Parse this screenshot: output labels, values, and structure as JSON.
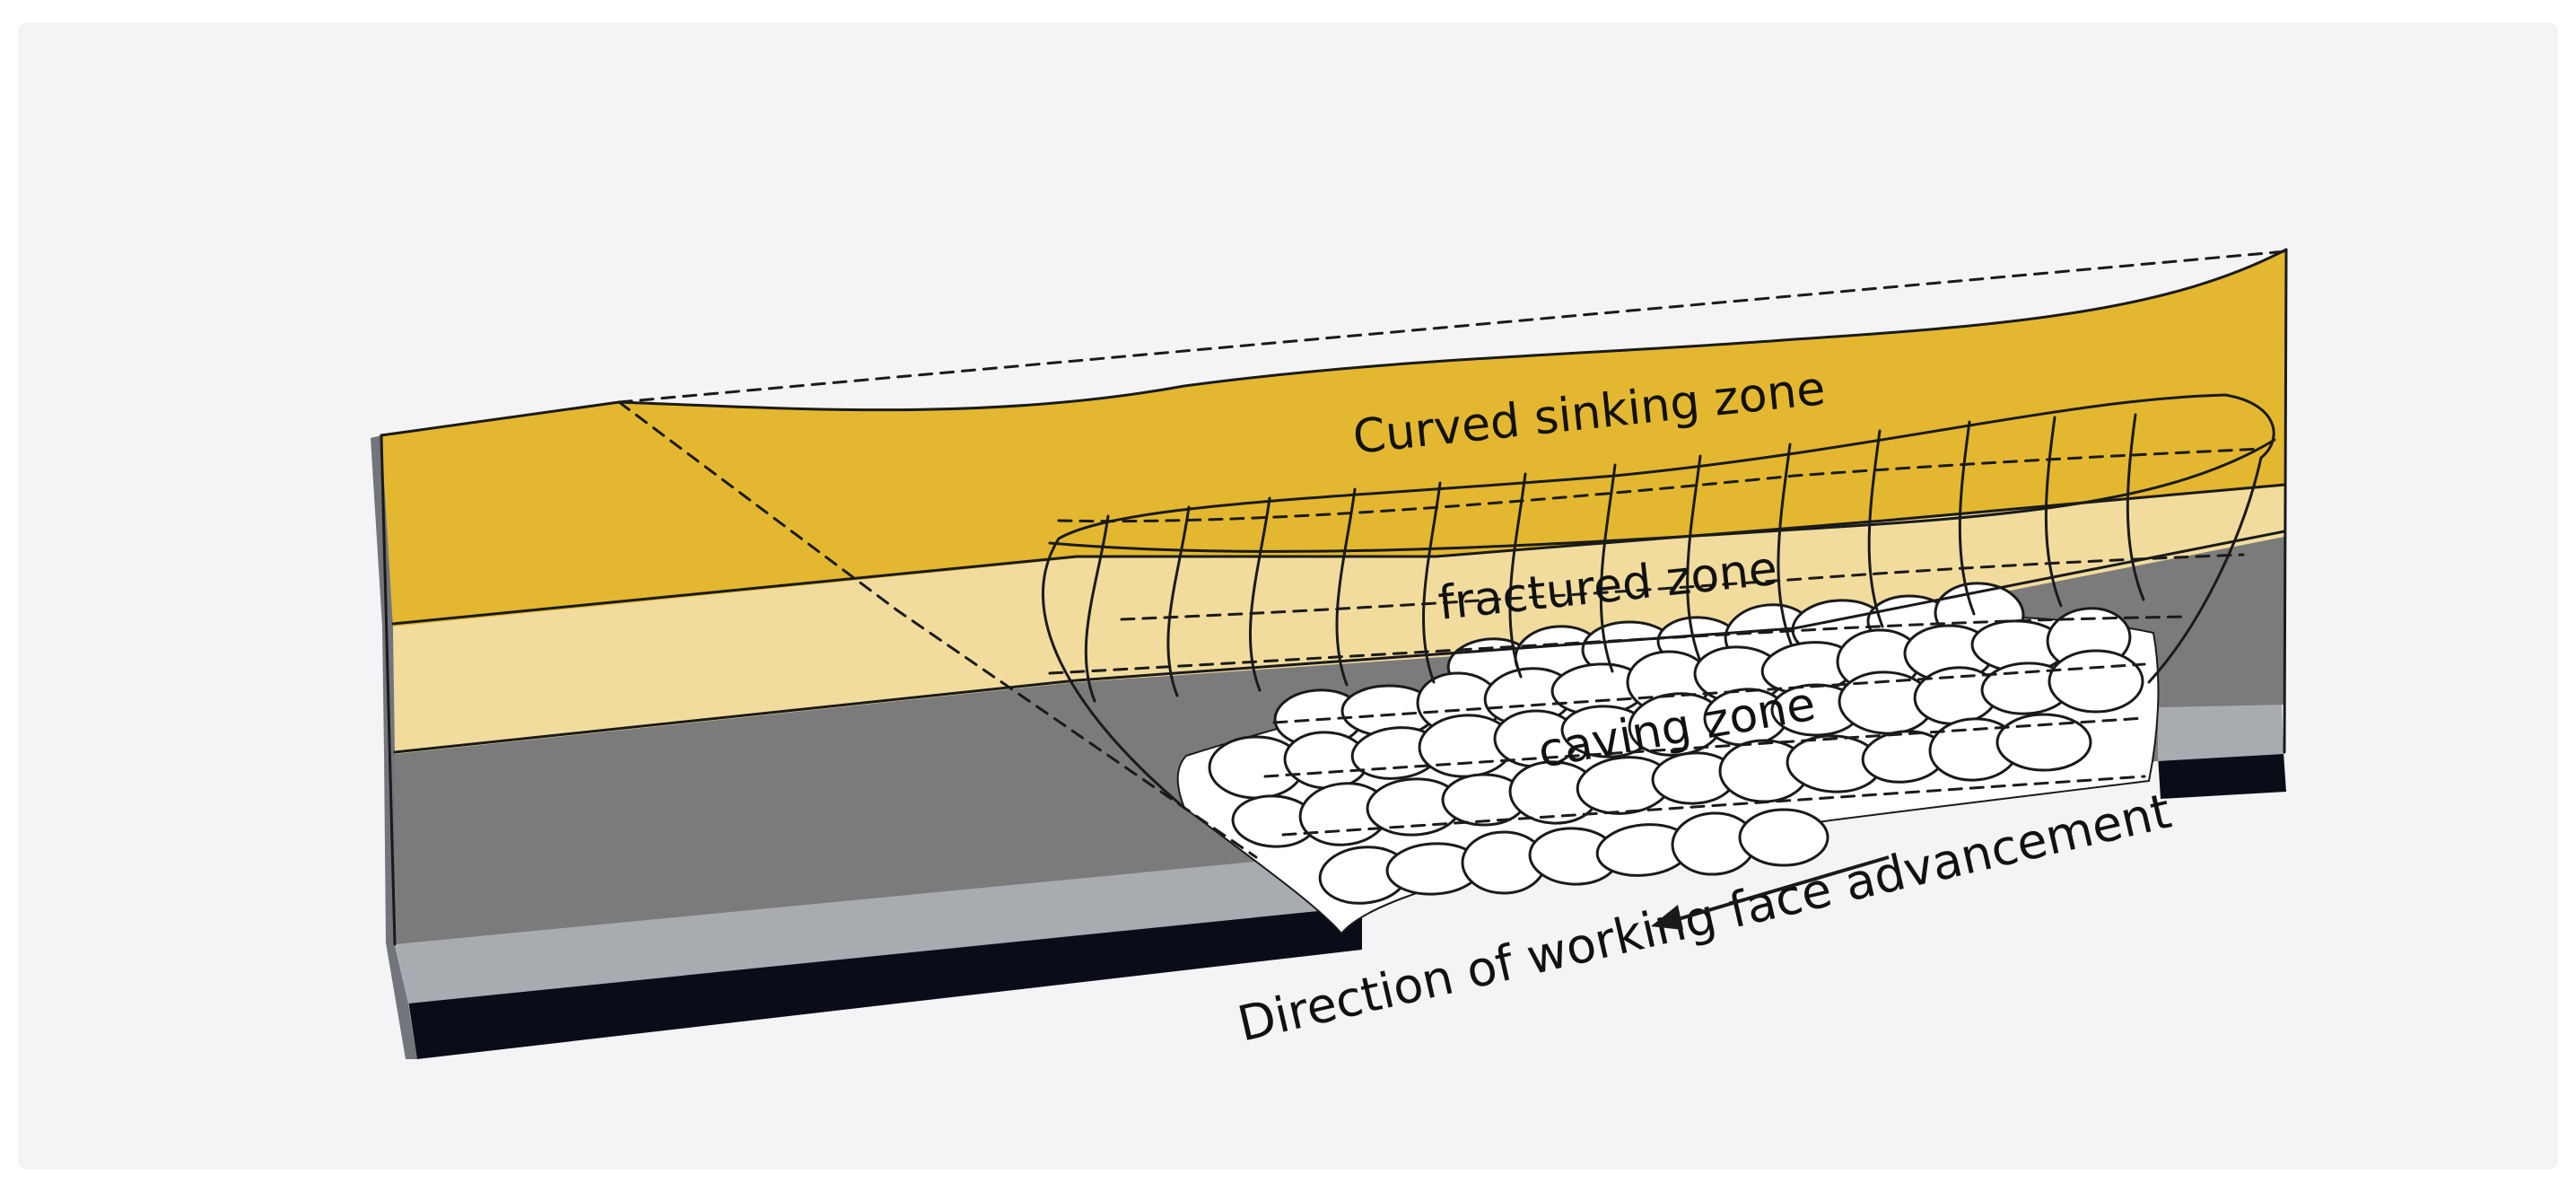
{
  "labels": {
    "curved_sinking_zone": "Curved sinking zone",
    "fractured_zone": "fractured zone",
    "caving_zone": "caving zone",
    "direction": "Direction of working face advancement"
  },
  "colors": {
    "background": "#f4f4f6",
    "surface_layer": "#e3b830",
    "fractured_layer": "#f1dc9e",
    "rock_layer": "#7b7b7b",
    "roof_band": "#a8abb0",
    "coal_seam": "#0a0d18",
    "caving_void": "#ffffff",
    "outline": "#1a1a1a"
  }
}
